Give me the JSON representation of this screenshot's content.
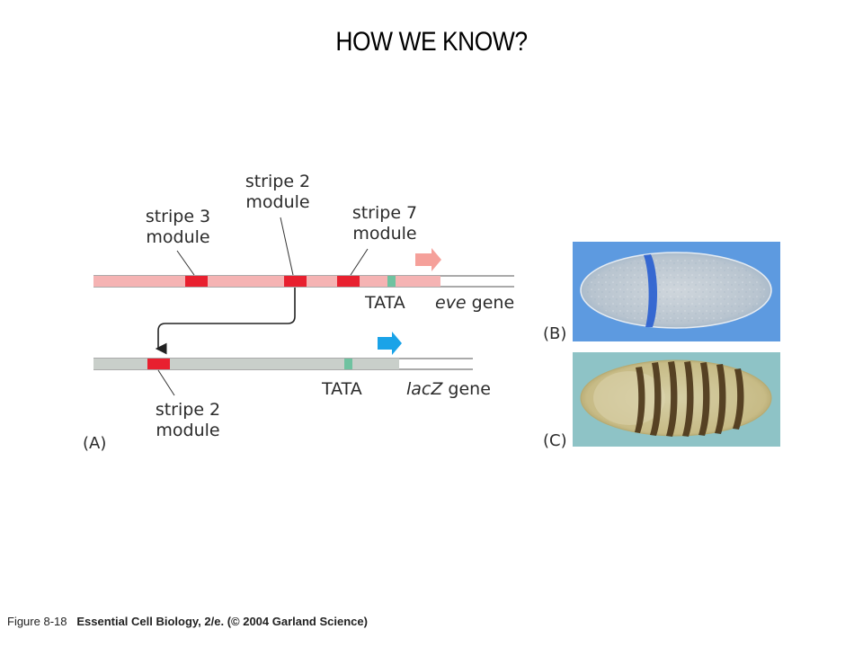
{
  "slide_title": "HOW WE KNOW?",
  "panel_a": {
    "panel_label": "(A)",
    "top_construct": {
      "modules": [
        {
          "line1": "stripe 3",
          "line2": "module"
        },
        {
          "line1": "stripe 2",
          "line2": "module"
        },
        {
          "line1": "stripe 7",
          "line2": "module"
        }
      ],
      "promoter_label": "TATA",
      "gene_name": "eve",
      "gene_suffix": " gene"
    },
    "bottom_construct": {
      "module": {
        "line1": "stripe 2",
        "line2": "module"
      },
      "promoter_label": "TATA",
      "gene_name": "lacZ",
      "gene_suffix": " gene"
    }
  },
  "panel_b": {
    "panel_label": "(B)"
  },
  "panel_c": {
    "panel_label": "(C)"
  },
  "caption": {
    "figure": "Figure 8-18",
    "source": "Essential Cell Biology, 2/e. (© 2004 Garland Science)"
  },
  "colors": {
    "eve_bar": "#f5b3b3",
    "lacz_bar": "#c9cfca",
    "module": "#e8202f",
    "tata": "#6fc2a0",
    "eve_arrow": "#f5a09a",
    "lacz_arrow": "#1aa3e8",
    "embryo_b_bg": "#5d9ae0",
    "embryo_c_bg": "#8ec3c6",
    "stripe_brown": "#4a3418"
  }
}
